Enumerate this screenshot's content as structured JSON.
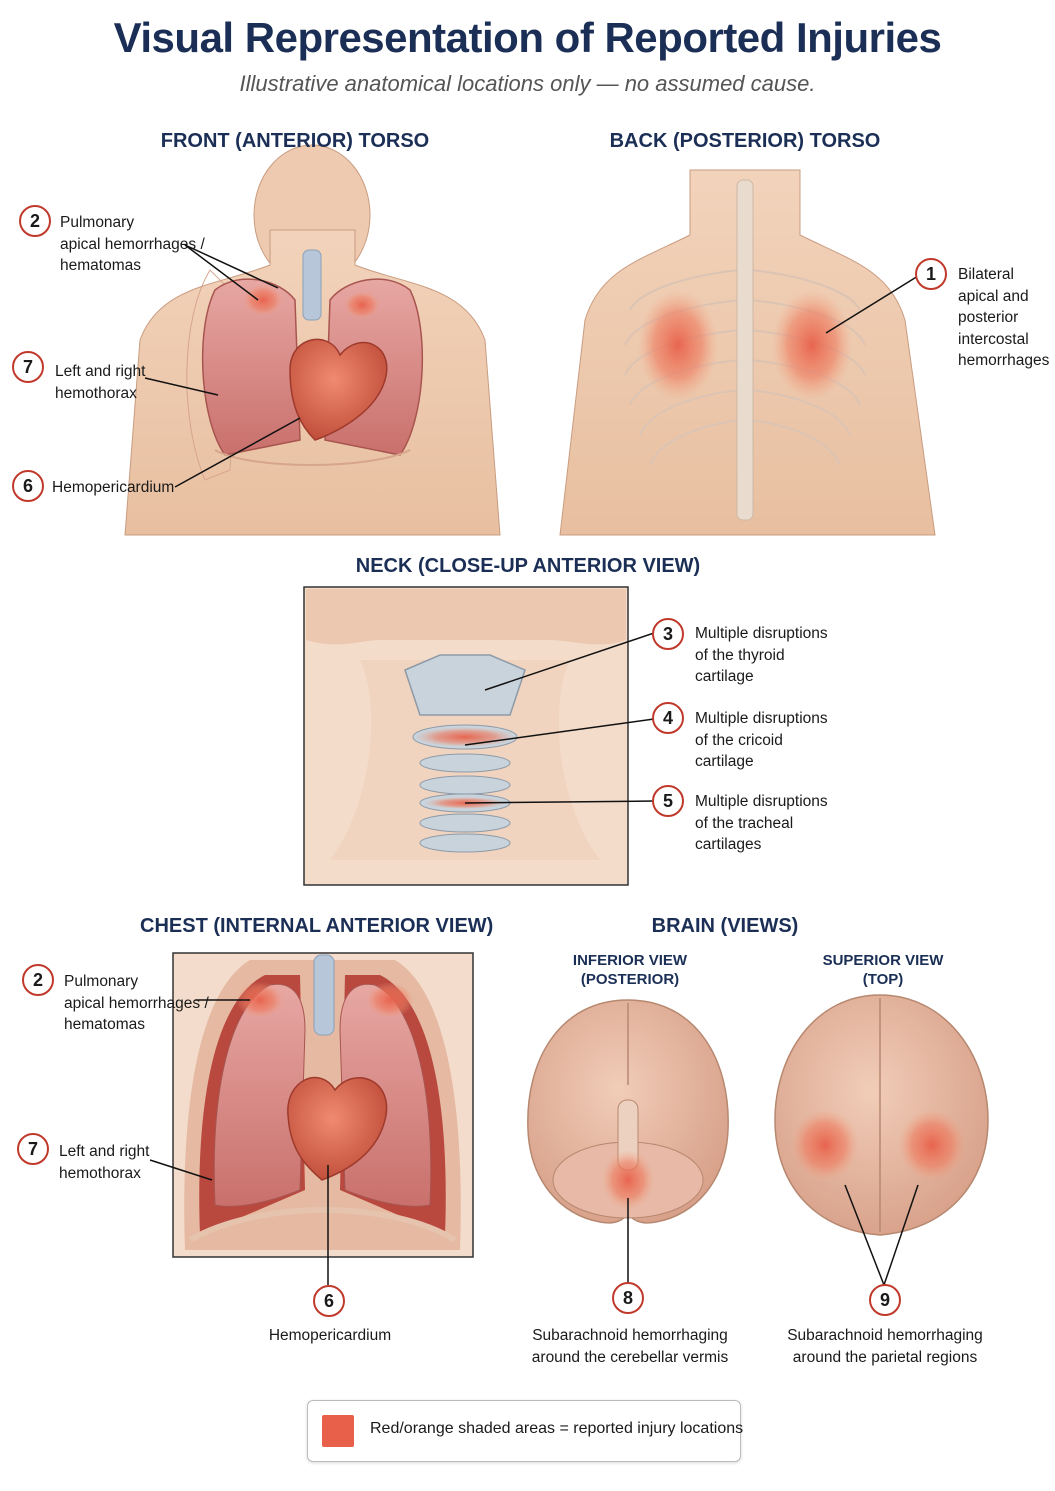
{
  "title": "Visual Representation of Reported Injuries",
  "subtitle": "Illustrative anatomical locations only — no assumed cause.",
  "colors": {
    "heading": "#1b2f56",
    "injury_highlight": "#e8604a",
    "badge_border": "#c0392b",
    "skin": "#f1cdb0",
    "lung": "#d98c8a",
    "cartilage": "#c9d3dc"
  },
  "sections": {
    "front": {
      "heading": "FRONT (ANTERIOR) TORSO",
      "callouts": [
        {
          "num": "2",
          "lines": [
            "Pulmonary",
            "apical hemorrhages /",
            "hematomas"
          ]
        },
        {
          "num": "7",
          "lines": [
            "Left and right",
            "hemothorax"
          ]
        },
        {
          "num": "6",
          "lines": [
            "Hemopericardium"
          ]
        }
      ]
    },
    "back": {
      "heading": "BACK (POSTERIOR) TORSO",
      "callouts": [
        {
          "num": "1",
          "lines": [
            "Bilateral",
            "apical and",
            "posterior",
            "intercostal",
            "hemorrhages"
          ]
        }
      ]
    },
    "neck": {
      "heading": "NECK (CLOSE-UP ANTERIOR VIEW)",
      "callouts": [
        {
          "num": "3",
          "lines": [
            "Multiple disruptions",
            "of the thyroid",
            "cartilage"
          ]
        },
        {
          "num": "4",
          "lines": [
            "Multiple disruptions",
            "of the cricoid",
            "cartilage"
          ]
        },
        {
          "num": "5",
          "lines": [
            "Multiple disruptions",
            "of the tracheal",
            "cartilages"
          ]
        }
      ]
    },
    "chest": {
      "heading": "CHEST (INTERNAL ANTERIOR VIEW)",
      "callouts": [
        {
          "num": "2",
          "lines": [
            "Pulmonary",
            "apical hemorrhages /",
            "hematomas"
          ]
        },
        {
          "num": "7",
          "lines": [
            "Left and right",
            "hemothorax"
          ]
        },
        {
          "num": "6",
          "lines": [
            "Hemopericardium"
          ]
        }
      ]
    },
    "brain": {
      "heading": "BRAIN (VIEWS)",
      "inferior": {
        "heading_lines": [
          "INFERIOR VIEW",
          "(POSTERIOR)"
        ],
        "num": "8",
        "lines": [
          "Subarachnoid hemorrhaging",
          "around the cerebellar vermis"
        ]
      },
      "superior": {
        "heading_lines": [
          "SUPERIOR VIEW",
          "(TOP)"
        ],
        "num": "9",
        "lines": [
          "Subarachnoid hemorrhaging",
          "around the parietal regions"
        ]
      }
    }
  },
  "legend": {
    "text": "Red/orange shaded areas = reported injury locations"
  }
}
